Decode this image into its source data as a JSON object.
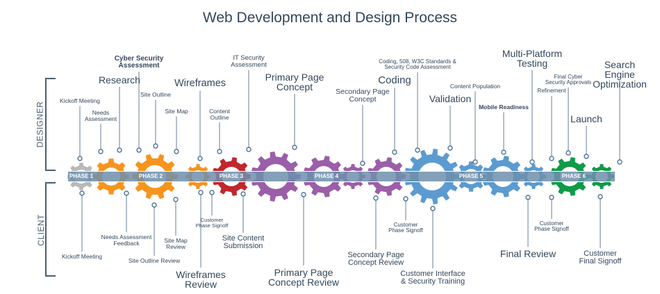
{
  "title": "Web Development and Design Process",
  "sides": {
    "designer": "DESIGNER",
    "client": "CLIENT"
  },
  "phases": [
    {
      "label": "PHASE 1",
      "color": "#b9b9b9"
    },
    {
      "label": "PHASE 2",
      "color": "#f7941d"
    },
    {
      "label": "PHASE 3",
      "color": "#c1272d"
    },
    {
      "label": "PHASE 4",
      "color": "#9b5ea8"
    },
    {
      "label": "PHASE 5",
      "color": "#5b9bd0"
    },
    {
      "label": "PHASE 6",
      "color": "#0f9a48"
    }
  ],
  "band_color": "#6f8fac",
  "line_color": "#8a9cb0",
  "designer_steps": [
    "Kickoff Meeting",
    "Needs\nAssessment",
    "Research",
    "Cyber Security\nAssessment",
    "Site Outline",
    "Site Map",
    "Wireframes",
    "Content\nOutline",
    "IT Security\nAssessment",
    "Primary Page\nConcept",
    "Secondary Page\nConcept",
    "Coding",
    "Coding, 508, W3C Standards &\nSecurity Code Assessment",
    "Validation",
    "Content Population",
    "Mobile Readiness",
    "Multi-Platform\nTesting",
    "Refinement",
    "Final Cyber\nSecurity Approvals",
    "Launch",
    "Search Engine\nOptimization"
  ],
  "client_steps": [
    "Kickoff Meeting",
    "Needs Assessment\nFeedback",
    "Site Outline Review",
    "Site Map\nReview",
    "Wireframes\nReview",
    "Customer\nPhase Signoff",
    "Site Content\nSubmission",
    "Primary Page\nConcept Review",
    "Secondary Page\nConcept Review",
    "Customer\nPhase Signoff",
    "Customer Interface\n& Security Training",
    "Final Review",
    "Customer\nPhase Signoff",
    "Customer\nFinal Signoff"
  ]
}
